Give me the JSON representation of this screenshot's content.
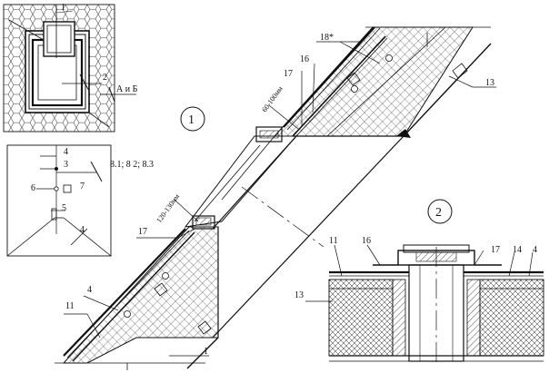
{
  "callouts": {
    "c1": "1",
    "c2": "2",
    "c_ab": "А и Б",
    "c4": "4",
    "c3": "3",
    "c6": "6",
    "c7": "7",
    "c5": "5",
    "c4b": "4",
    "c_refs": "8.1; 8 2; 8.3",
    "m_18": "18*",
    "m_17a": "17",
    "m_16a": "16",
    "m_13a": "13",
    "m_dim1": "60-100мм",
    "m_dim2": "120-130мм",
    "m_17b": "17",
    "m_11a": "11",
    "m_4a": "4",
    "m_1": "1",
    "s_11": "11",
    "s_16": "16",
    "s_17": "17",
    "s_14": "14",
    "s_4": "4",
    "s_13": "13"
  },
  "view_marks": {
    "v1": "1",
    "v2": "2"
  },
  "colors": {
    "ink": "#111111",
    "paper": "#ffffff"
  }
}
